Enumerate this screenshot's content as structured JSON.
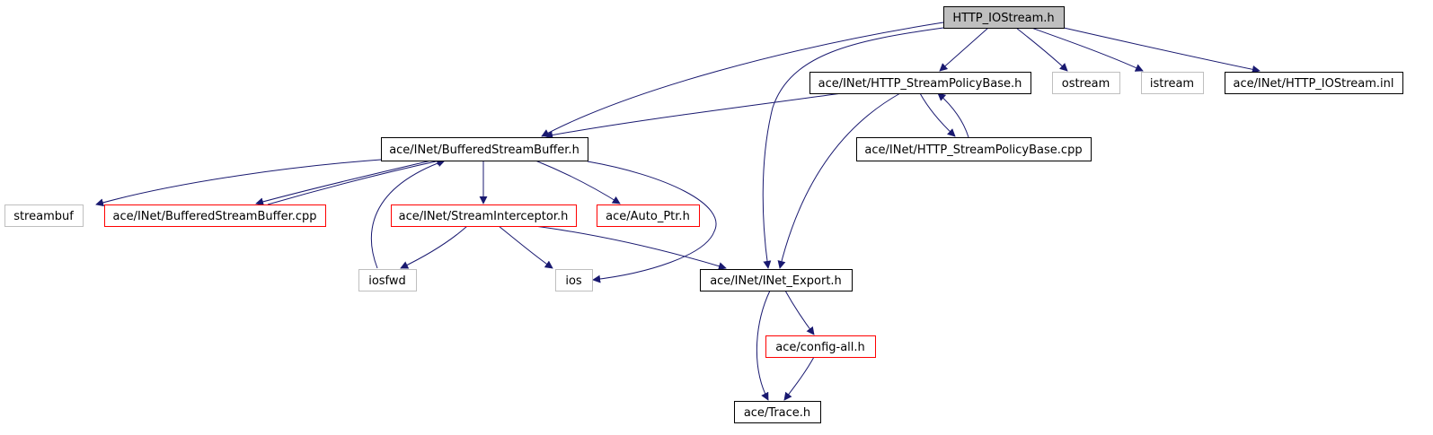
{
  "colors": {
    "edge": "#191970",
    "root_fill": "#bfbfbf",
    "border_documented": "#000000",
    "border_incomplete": "#ff0000",
    "border_external": "#bfbfbf"
  },
  "nodes": [
    {
      "id": "http_iostream_h",
      "label": "HTTP_IOStream.h",
      "kind": "root"
    },
    {
      "id": "stream_policy_base_h",
      "label": "ace/INet/HTTP_StreamPolicyBase.h",
      "kind": "documented"
    },
    {
      "id": "ostream",
      "label": "ostream",
      "kind": "external"
    },
    {
      "id": "istream",
      "label": "istream",
      "kind": "external"
    },
    {
      "id": "http_iostream_inl",
      "label": "ace/INet/HTTP_IOStream.inl",
      "kind": "documented"
    },
    {
      "id": "buffered_stream_buffer_h",
      "label": "ace/INet/BufferedStreamBuffer.h",
      "kind": "documented"
    },
    {
      "id": "stream_policy_base_cpp",
      "label": "ace/INet/HTTP_StreamPolicyBase.cpp",
      "kind": "documented"
    },
    {
      "id": "streambuf",
      "label": "streambuf",
      "kind": "external"
    },
    {
      "id": "buffered_stream_buffer_cpp",
      "label": "ace/INet/BufferedStreamBuffer.cpp",
      "kind": "incomplete"
    },
    {
      "id": "stream_interceptor_h",
      "label": "ace/INet/StreamInterceptor.h",
      "kind": "incomplete"
    },
    {
      "id": "auto_ptr_h",
      "label": "ace/Auto_Ptr.h",
      "kind": "incomplete"
    },
    {
      "id": "iosfwd",
      "label": "iosfwd",
      "kind": "external"
    },
    {
      "id": "ios",
      "label": "ios",
      "kind": "external"
    },
    {
      "id": "inet_export_h",
      "label": "ace/INet/INet_Export.h",
      "kind": "documented"
    },
    {
      "id": "config_all_h",
      "label": "ace/config-all.h",
      "kind": "incomplete"
    },
    {
      "id": "trace_h",
      "label": "ace/Trace.h",
      "kind": "documented"
    }
  ],
  "edges": [
    {
      "from": "http_iostream_h",
      "to": "stream_policy_base_h"
    },
    {
      "from": "http_iostream_h",
      "to": "ostream"
    },
    {
      "from": "http_iostream_h",
      "to": "istream"
    },
    {
      "from": "http_iostream_h",
      "to": "http_iostream_inl"
    },
    {
      "from": "http_iostream_h",
      "to": "buffered_stream_buffer_h"
    },
    {
      "from": "http_iostream_h",
      "to": "inet_export_h"
    },
    {
      "from": "stream_policy_base_h",
      "to": "buffered_stream_buffer_h"
    },
    {
      "from": "stream_policy_base_h",
      "to": "stream_policy_base_cpp"
    },
    {
      "from": "stream_policy_base_cpp",
      "to": "stream_policy_base_h"
    },
    {
      "from": "stream_policy_base_h",
      "to": "inet_export_h"
    },
    {
      "from": "buffered_stream_buffer_h",
      "to": "streambuf"
    },
    {
      "from": "buffered_stream_buffer_h",
      "to": "buffered_stream_buffer_cpp"
    },
    {
      "from": "buffered_stream_buffer_cpp",
      "to": "buffered_stream_buffer_h"
    },
    {
      "from": "buffered_stream_buffer_h",
      "to": "stream_interceptor_h"
    },
    {
      "from": "buffered_stream_buffer_h",
      "to": "auto_ptr_h"
    },
    {
      "from": "buffered_stream_buffer_h",
      "to": "ios"
    },
    {
      "from": "iosfwd",
      "to": "buffered_stream_buffer_h"
    },
    {
      "from": "stream_interceptor_h",
      "to": "iosfwd"
    },
    {
      "from": "stream_interceptor_h",
      "to": "ios"
    },
    {
      "from": "stream_interceptor_h",
      "to": "inet_export_h"
    },
    {
      "from": "inet_export_h",
      "to": "config_all_h"
    },
    {
      "from": "inet_export_h",
      "to": "trace_h"
    },
    {
      "from": "config_all_h",
      "to": "trace_h"
    }
  ]
}
